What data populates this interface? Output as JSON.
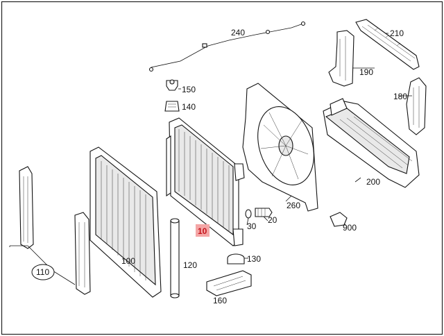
{
  "diagram": {
    "labels": [
      {
        "id": "240",
        "text": "240"
      },
      {
        "id": "210",
        "text": "210"
      },
      {
        "id": "190",
        "text": "190"
      },
      {
        "id": "180",
        "text": "180"
      },
      {
        "id": "150",
        "text": "150"
      },
      {
        "id": "140",
        "text": "140"
      },
      {
        "id": "200",
        "text": "200"
      },
      {
        "id": "260",
        "text": "260"
      },
      {
        "id": "30",
        "text": "30"
      },
      {
        "id": "20",
        "text": "20"
      },
      {
        "id": "10",
        "text": "10"
      },
      {
        "id": "900",
        "text": "900"
      },
      {
        "id": "130",
        "text": "130"
      },
      {
        "id": "100",
        "text": "100"
      },
      {
        "id": "120",
        "text": "120"
      },
      {
        "id": "110",
        "text": "110"
      },
      {
        "id": "160",
        "text": "160"
      }
    ],
    "highlight_color": "#f4a6a6",
    "highlight_text_color": "#c4121a"
  }
}
